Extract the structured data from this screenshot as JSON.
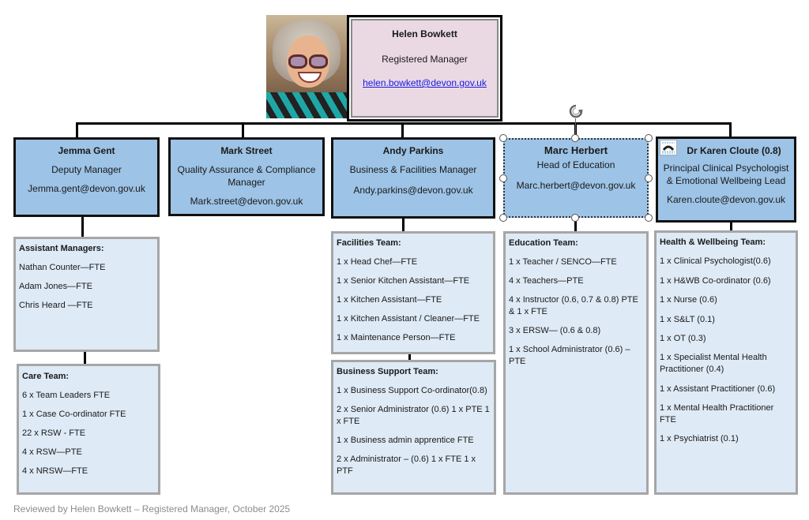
{
  "top_manager": {
    "name": "Helen Bowkett",
    "role": "Registered Manager",
    "email": "helen.bowkett@devon.gov.uk",
    "photo_alt": "Helen Bowkett photo"
  },
  "managers": [
    {
      "name": "Jemma Gent",
      "role": "Deputy Manager",
      "email": "Jemma.gent@devon.gov.uk"
    },
    {
      "name": "Mark Street",
      "role": "Quality Assurance & Compliance Manager",
      "email": "Mark.street@devon.gov.uk"
    },
    {
      "name": "Andy Parkins",
      "role": "Business & Facilities Manager",
      "email": "Andy.parkins@devon.gov.uk"
    },
    {
      "name": "Marc Herbert",
      "role": "Head of Education",
      "email": "Marc.herbert@devon.gov.uk"
    },
    {
      "name": "Dr Karen Cloute (0.8)",
      "role": "Principal Clinical Psychologist & Emotional Wellbeing Lead",
      "email": "Karen.cloute@devon.gov.uk"
    }
  ],
  "teams": {
    "assistant_managers": {
      "title": "Assistant Managers:",
      "items": [
        "Nathan Counter—FTE",
        "Adam Jones—FTE",
        "Chris Heard —FTE"
      ]
    },
    "care": {
      "title": "Care Team:",
      "items": [
        "6 x Team Leaders FTE",
        "1 x Case Co-ordinator FTE",
        "22 x RSW  - FTE",
        "4 x RSW—PTE",
        "4 x NRSW—FTE"
      ]
    },
    "facilities": {
      "title": "Facilities Team:",
      "items": [
        "1 x Head Chef—FTE",
        "1 x Senior Kitchen Assistant—FTE",
        "1 x Kitchen Assistant—FTE",
        "1 x Kitchen Assistant / Cleaner—FTE",
        "1 x Maintenance Person—FTE"
      ]
    },
    "business_support": {
      "title": "Business Support Team:",
      "items": [
        "1 x Business Support Co-ordinator(0.8)",
        "2 x Senior Administrator (0.6) 1 x PTE 1 x FTE",
        "1 x Business admin apprentice FTE",
        "2 x  Administrator – (0.6) 1 x FTE 1 x PTF"
      ]
    },
    "education": {
      "title": "Education Team:",
      "items": [
        "1 x Teacher / SENCO—FTE",
        "4 x Teachers—PTE",
        "4 x Instructor (0.6, 0.7 & 0.8) PTE & 1 x FTE",
        "3 x ERSW— (0.6 & 0.8)",
        "1 x School Administrator (0.6) – PTE"
      ]
    },
    "health_wellbeing": {
      "title": "Health & Wellbeing Team:",
      "items": [
        "1 x Clinical Psychologist(0.6)",
        "1 x H&WB Co-ordinator (0.6)",
        "1 x Nurse (0.6)",
        "1 x S&LT (0.1)",
        "1 x OT (0.3)",
        "1 x Specialist Mental Health Practitioner (0.4)",
        "1 x Assistant Practitioner (0.6)",
        "1 x Mental Health Practitioner FTE",
        "1 x Psychiatrist (0.1)"
      ]
    }
  },
  "footer": "Reviewed by Helen Bowkett – Registered Manager, October 2025",
  "icons": {
    "rotate_handle": "rotate-icon",
    "layout_options": "layout-options-icon"
  }
}
